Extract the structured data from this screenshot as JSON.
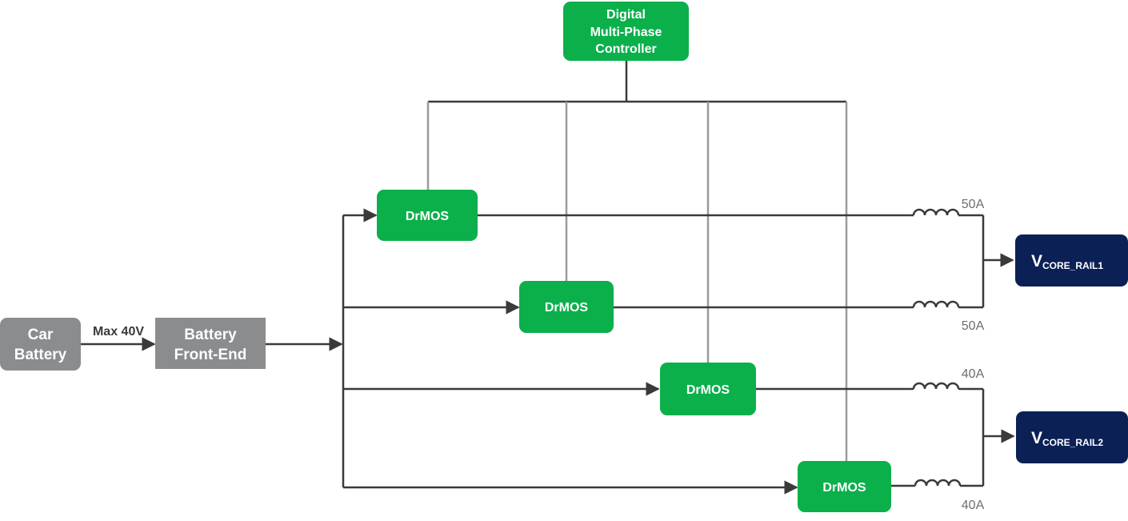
{
  "colors": {
    "green": "#0bb04b",
    "gray": "#8a8c8e",
    "navy": "#0b2055",
    "line": "#3a3a3a",
    "signal": "#9a9a9a",
    "label_gray": "#6e6e6e"
  },
  "car_battery": {
    "line1": "Car",
    "line2": "Battery"
  },
  "input_label": "Max 40V",
  "battery_front_end": {
    "line1": "Battery",
    "line2": "Front-End"
  },
  "controller": {
    "line1": "Digital",
    "line2": "Multi-Phase",
    "line3": "Controller"
  },
  "drmos_labels": [
    "DrMOS",
    "DrMOS",
    "DrMOS",
    "DrMOS"
  ],
  "currents": [
    "50A",
    "50A",
    "40A",
    "40A"
  ],
  "rail1": {
    "main": "V",
    "sub": "CORE_RAIL1"
  },
  "rail2": {
    "main": "V",
    "sub": "CORE_RAIL2"
  }
}
